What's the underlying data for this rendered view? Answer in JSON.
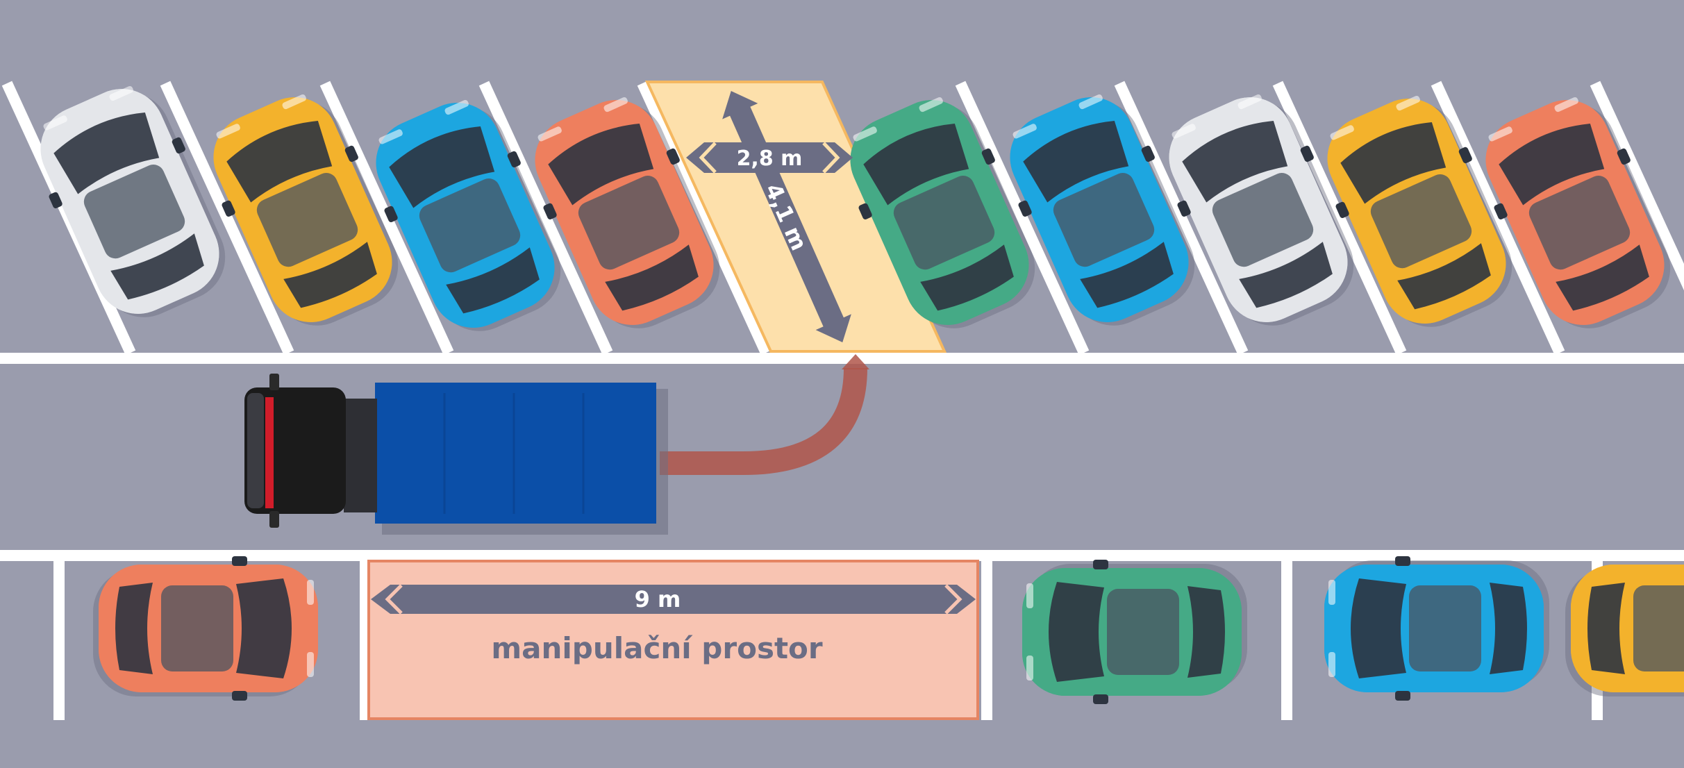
{
  "labels": {
    "slot_width": "2,8 m",
    "slot_depth": "4,1 m",
    "maneuver_length": "9 m",
    "maneuver_area": "manipulační prostor"
  },
  "colors": {
    "asphalt": "#9a9cad",
    "marking": "#ffffff",
    "slot_highlight": "#fde0ab",
    "slot_outline": "#f5b860",
    "maneuver_fill": "#f8c4b2",
    "maneuver_outline": "#e58563",
    "arrow": "#6b6d84",
    "truck_path": "#b0564a",
    "truck_box": "#0b4fa8",
    "truck_cab": "#1b1b1b",
    "truck_light": "#d11d2a"
  },
  "top_row_cars": [
    {
      "name": "car-white-suv",
      "color": "#e4e6ea"
    },
    {
      "name": "car-yellow",
      "color": "#f3b22c"
    },
    {
      "name": "car-blue",
      "color": "#1da6e0"
    },
    {
      "name": "car-orange",
      "color": "#ee7f5e"
    },
    {
      "name": "car-green",
      "color": "#45aa86"
    },
    {
      "name": "car-blue",
      "color": "#1da6e0"
    },
    {
      "name": "car-white",
      "color": "#e4e6ea"
    },
    {
      "name": "car-yellow",
      "color": "#f3b22c"
    },
    {
      "name": "car-orange",
      "color": "#ee7f5e"
    }
  ],
  "bottom_row_cars": [
    {
      "name": "car-orange-sedan",
      "color": "#ee7f5e"
    },
    {
      "name": "car-green-hatch",
      "color": "#45aa86"
    },
    {
      "name": "car-blue-suv",
      "color": "#1da6e0"
    },
    {
      "name": "car-yellow-partial",
      "color": "#f3b22c"
    }
  ]
}
